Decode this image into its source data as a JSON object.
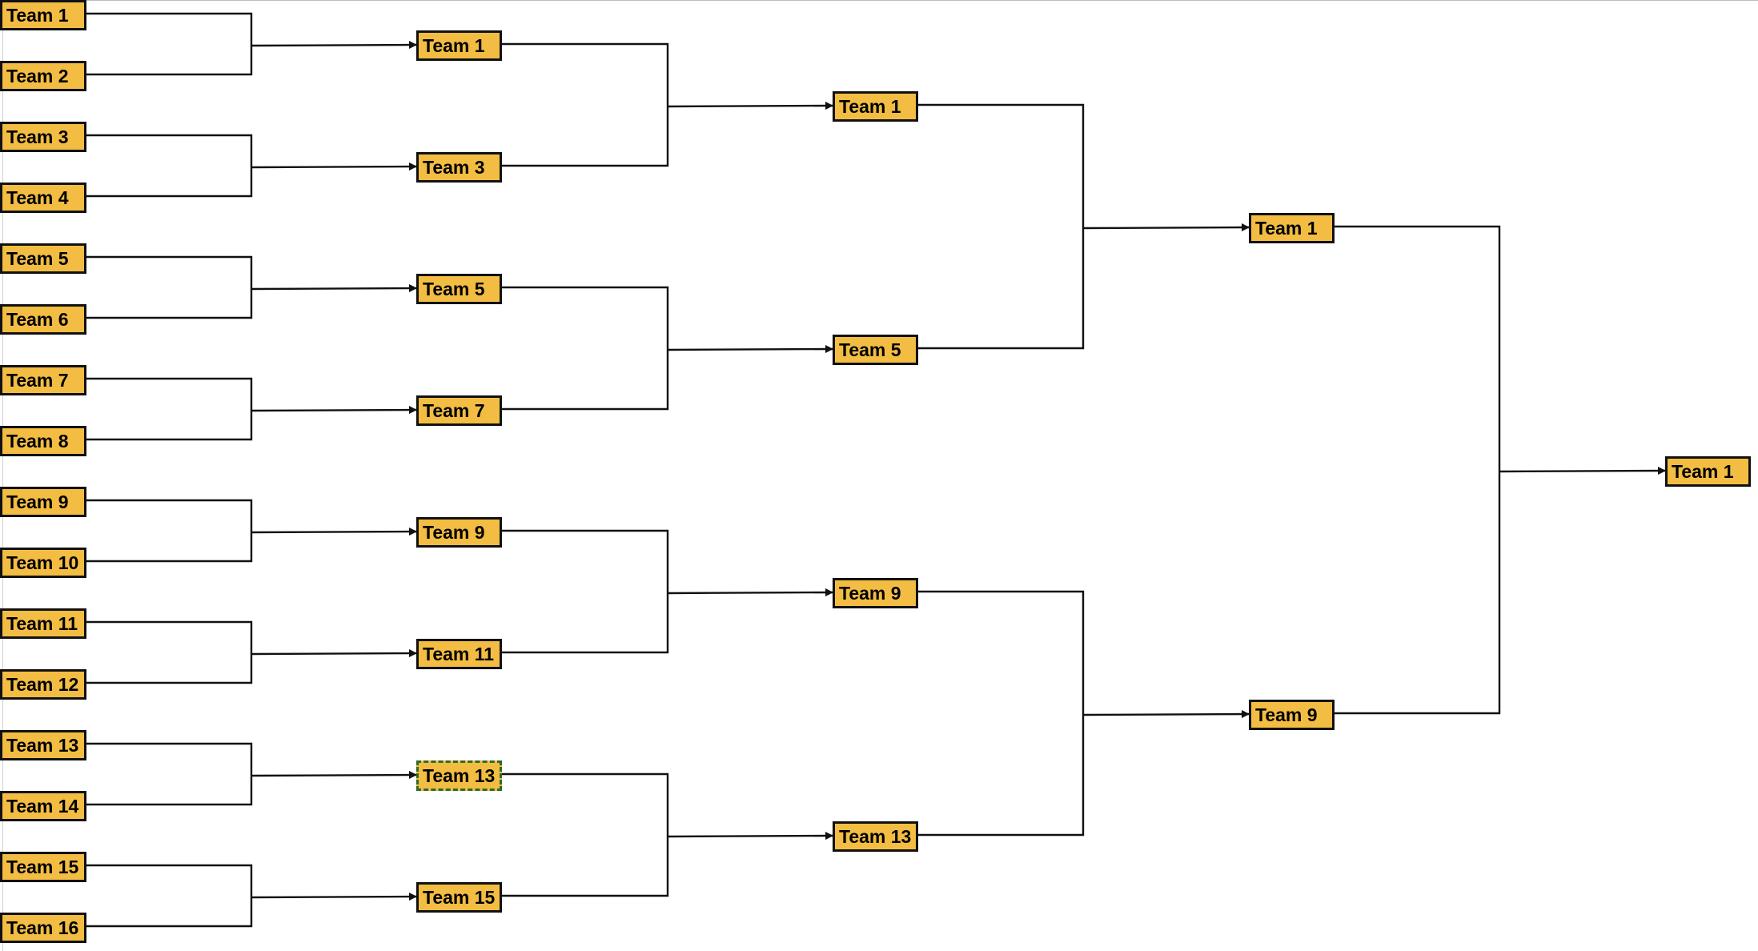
{
  "bracket": {
    "colors": {
      "team_fill": "#f2bd42",
      "border": "#111111",
      "selected_border": "#2e6b2e"
    },
    "rounds": [
      {
        "teams": [
          "Team 1",
          "Team 2",
          "Team 3",
          "Team 4",
          "Team 5",
          "Team 6",
          "Team 7",
          "Team 8",
          "Team 9",
          "Team 10",
          "Team 11",
          "Team 12",
          "Team 13",
          "Team 14",
          "Team 15",
          "Team 16"
        ]
      },
      {
        "teams": [
          "Team 1",
          "Team 3",
          "Team 5",
          "Team 7",
          "Team 9",
          "Team 11",
          "Team 13",
          "Team 15"
        ]
      },
      {
        "teams": [
          "Team 1",
          "Team 5",
          "Team 9",
          "Team 13"
        ]
      },
      {
        "teams": [
          "Team 1",
          "Team 9"
        ]
      },
      {
        "teams": [
          "Team 1"
        ]
      }
    ],
    "selected": {
      "round": 1,
      "index": 6
    }
  }
}
